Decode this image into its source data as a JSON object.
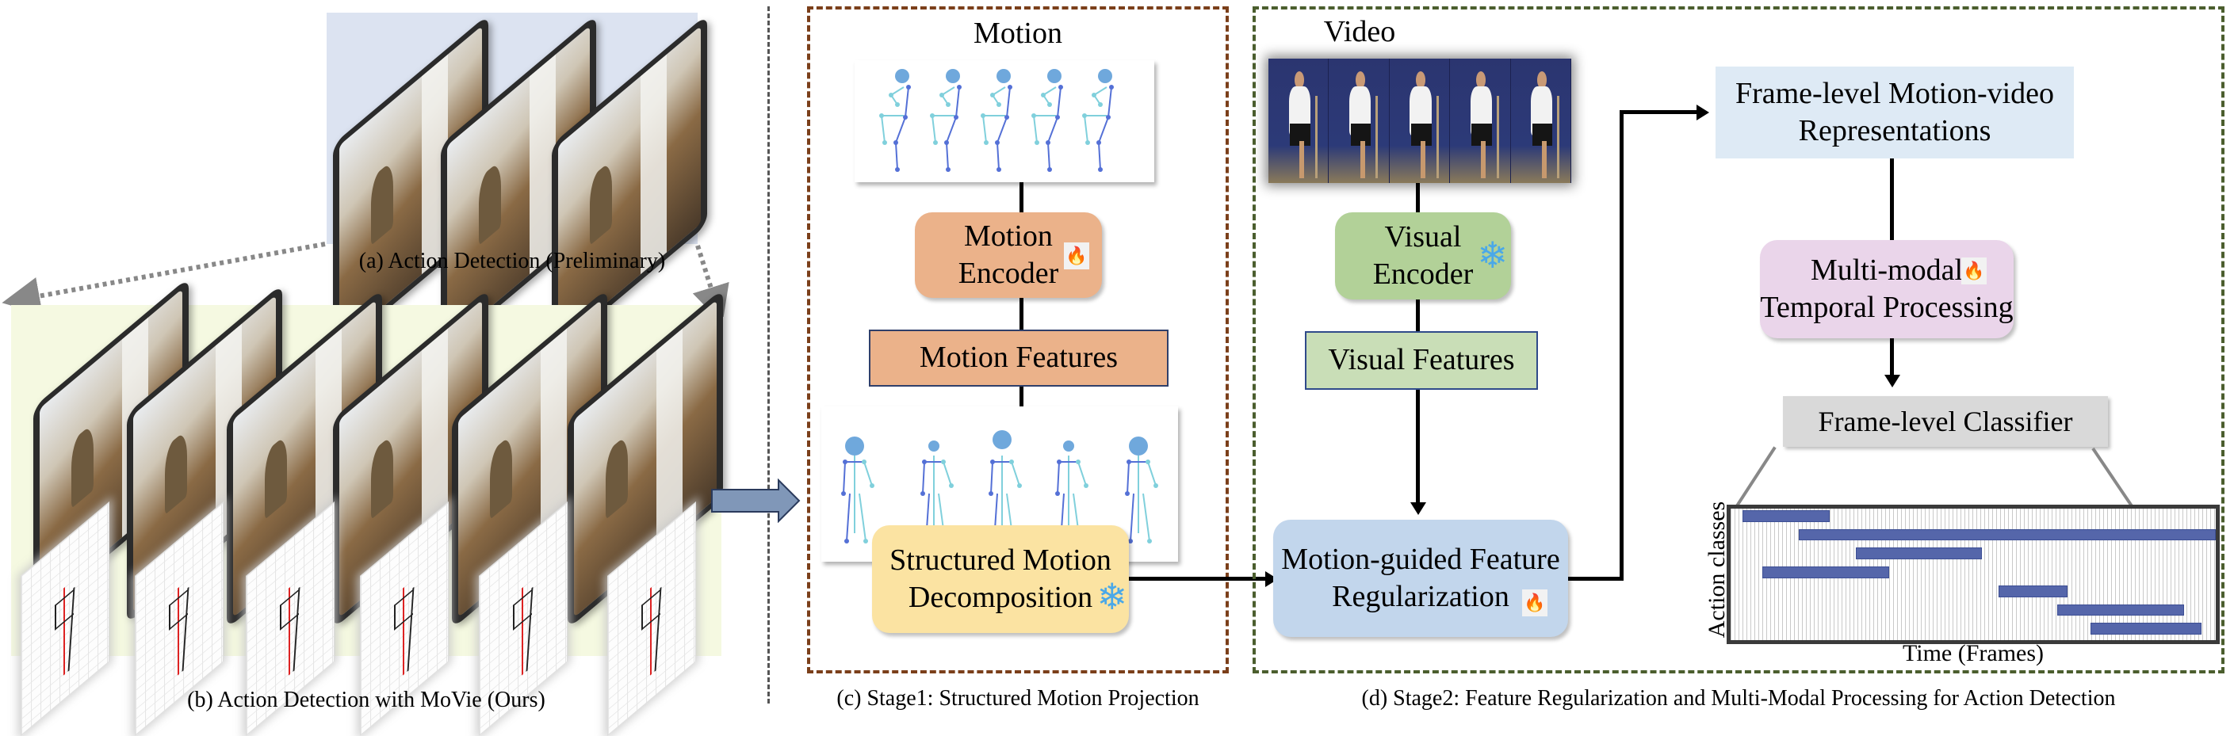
{
  "panels": {
    "a": {
      "caption": "(a) Action Detection (Preliminary)",
      "frame_count": 3
    },
    "b": {
      "caption": "(b) Action Detection with MoVie (Ours)",
      "frame_count": 6
    },
    "c": {
      "caption": "(c) Stage1: Structured Motion Projection"
    },
    "d": {
      "caption": "(d) Stage2: Feature Regularization and Multi-Modal Processing for Action Detection"
    }
  },
  "stage1": {
    "title": "Motion",
    "motion_encoder": {
      "line1": "Motion",
      "line2": "Encoder",
      "icon": "fire-icon",
      "state": "trainable"
    },
    "motion_features": "Motion Features",
    "decomposition": {
      "line1": "Structured Motion",
      "line2": "Decomposition",
      "icon": "snowflake-icon",
      "state": "frozen"
    }
  },
  "stage2": {
    "title": "Video",
    "visual_encoder": {
      "line1": "Visual",
      "line2": "Encoder",
      "icon": "snowflake-icon",
      "state": "frozen"
    },
    "visual_features": "Visual Features",
    "regularization": {
      "line1": "Motion-guided Feature",
      "line2": "Regularization",
      "icon": "fire-icon",
      "state": "trainable"
    },
    "representations": {
      "line1": "Frame-level Motion-video",
      "line2": "Representations"
    },
    "temporal": {
      "line1": "Multi-modal",
      "line2": "Temporal Processing",
      "icon": "fire-icon",
      "state": "trainable"
    },
    "classifier": "Frame-level Classifier"
  },
  "icons": {
    "fire": "🔥",
    "snow": "❄"
  },
  "colors": {
    "motion_encoder": "#ebb28a",
    "motion_features": "#ebb28a",
    "decomposition": "#fbe3a2",
    "visual_encoder": "#b2d198",
    "visual_features": "#c9deb7",
    "regularization": "#c2d6ec",
    "representations": "#deeaf5",
    "temporal": "#ead5ea",
    "classifier": "#d9d9d9",
    "stage1_border": "#7b3f1a",
    "stage2_border": "#4b5e2e",
    "gantt_bar": "#5566aa"
  },
  "chart_data": {
    "type": "gantt",
    "xlabel": "Time (Frames)",
    "ylabel": "Action classes",
    "xlim": [
      0,
      1
    ],
    "rows": 7,
    "segments": [
      {
        "row": 0,
        "start": 0.025,
        "end": 0.205
      },
      {
        "row": 1,
        "start": 0.14,
        "end": 1.0
      },
      {
        "row": 2,
        "start": 0.258,
        "end": 0.518
      },
      {
        "row": 3,
        "start": 0.066,
        "end": 0.327
      },
      {
        "row": 4,
        "start": 0.552,
        "end": 0.695
      },
      {
        "row": 5,
        "start": 0.673,
        "end": 0.934
      },
      {
        "row": 6,
        "start": 0.742,
        "end": 0.97
      }
    ]
  }
}
